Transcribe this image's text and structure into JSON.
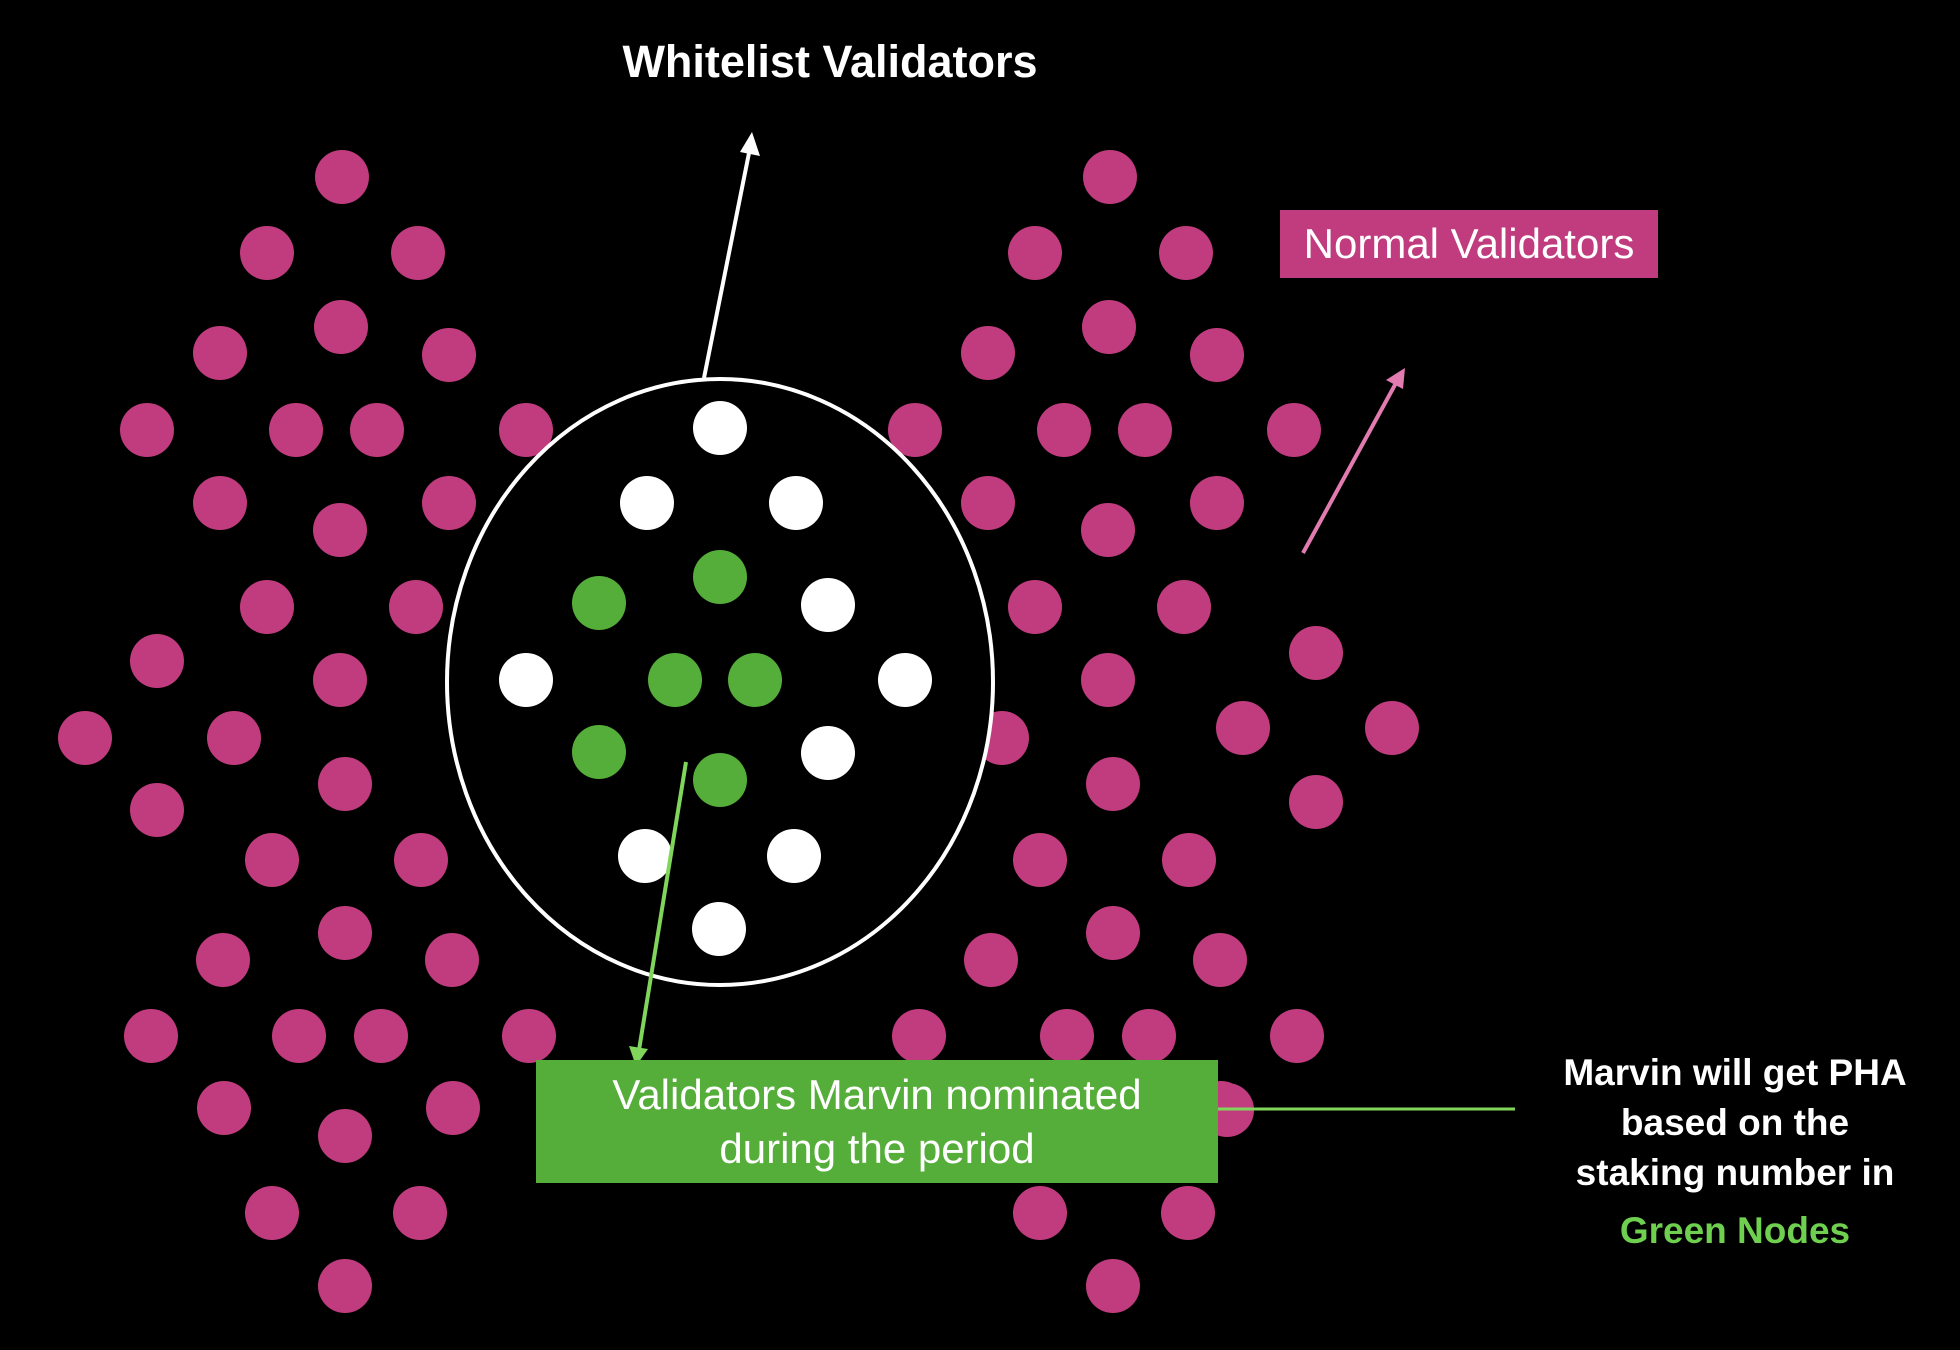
{
  "labels": {
    "whitelist": "Whitelist Validators",
    "normal": "Normal Validators",
    "nominated_line1": "Validators Marvin  nominated",
    "nominated_line2": "during the period",
    "note_line1": "Marvin will get PHA",
    "note_line2": "based on the",
    "note_line3": "staking number in",
    "note_highlight": "Green Nodes"
  },
  "colors": {
    "background": "#000000",
    "normal_node": "#c03c7e",
    "whitelist_node": "#ffffff",
    "green_node": "#55ad3a",
    "highlight_text": "#6fcf4e",
    "normal_arrow": "#e27cb0",
    "green_arrow": "#7fd65a"
  }
}
